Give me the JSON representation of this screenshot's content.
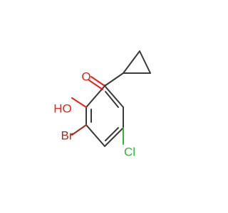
{
  "molecule": {
    "atoms": {
      "carbonyl_oxygen": {
        "text": "O",
        "color": "#e8221c"
      },
      "hydroxyl": {
        "text": "HO",
        "color": "#e8221c"
      },
      "bromine": {
        "text": "Br",
        "color": "#a52a22"
      },
      "chlorine": {
        "text": "Cl",
        "color": "#36b236"
      }
    }
  }
}
